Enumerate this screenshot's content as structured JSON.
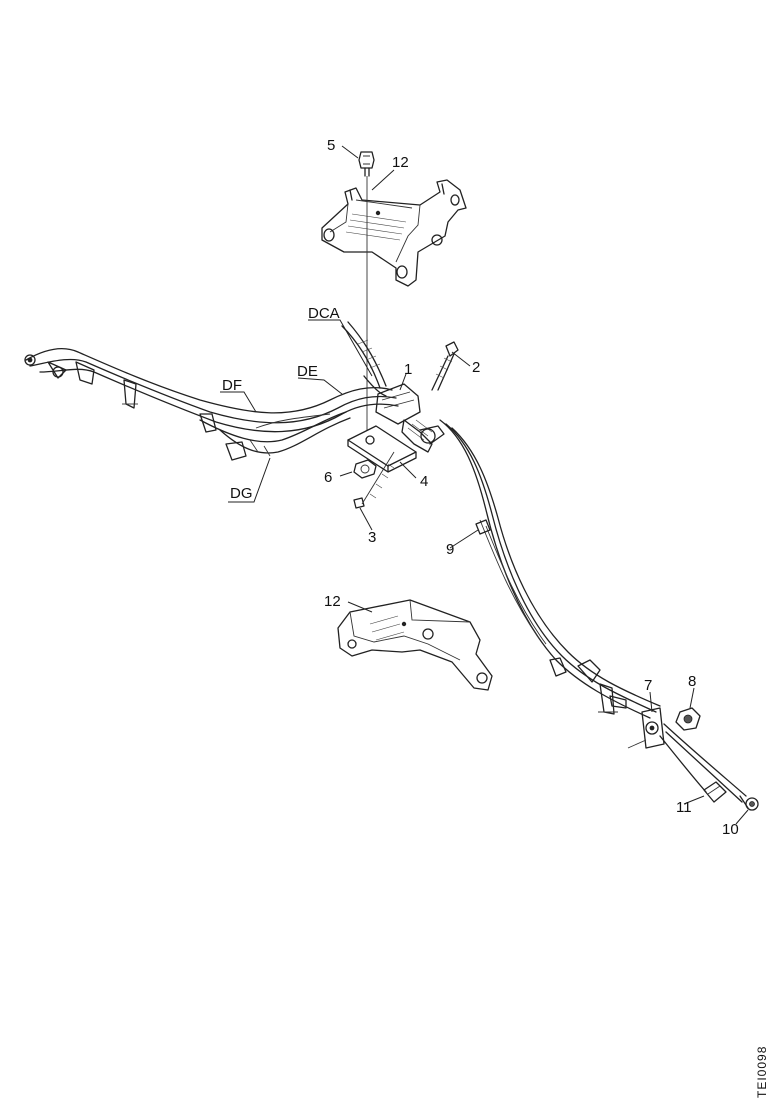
{
  "labels": {
    "n1": "1",
    "n2": "2",
    "n3": "3",
    "n4": "4",
    "n5": "5",
    "n6": "6",
    "n7": "7",
    "n8": "8",
    "n9": "9",
    "n10": "10",
    "n11": "11",
    "n12a": "12",
    "n12b": "12",
    "dca": "DCA",
    "de": "DE",
    "df": "DF",
    "dg": "DG"
  },
  "figure_code": "TEI0098"
}
